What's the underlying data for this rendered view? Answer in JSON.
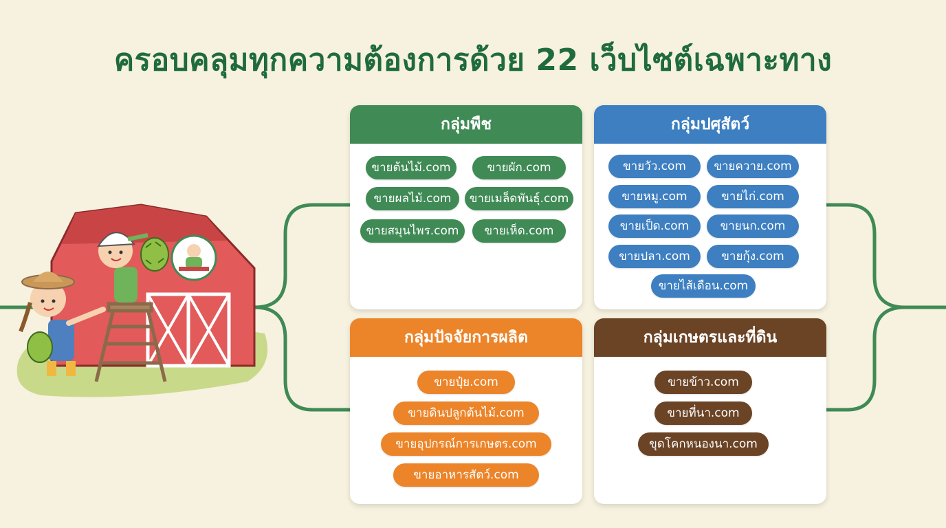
{
  "title": "ครอบคลุมทุกความต้องการด้วย 22 เว็บไซต์เฉพาะทาง",
  "colors": {
    "background": "#f7f1df",
    "title": "#1f6b3d",
    "connector": "#3f8a55",
    "plants": "#3f8a55",
    "livestock": "#3d7fc1",
    "inputs": "#ec8429",
    "land": "#6b4325"
  },
  "groups": {
    "plants": {
      "header": "กลุ่มพืช",
      "items": [
        "ขายต้นไม้.com",
        "ขายผัก.com",
        "ขายผลไม้.com",
        "ขายเมล็ดพันธุ์.com",
        "ขายสมุนไพร.com",
        "ขายเห็ด.com"
      ]
    },
    "livestock": {
      "header": "กลุ่มปศุสัตว์",
      "items": [
        "ขายวัว.com",
        "ขายควาย.com",
        "ขายหมู.com",
        "ขายไก่.com",
        "ขายเป็ด.com",
        "ขายนก.com",
        "ขายปลา.com",
        "ขายกุ้ง.com",
        "ขายไส้เดือน.com"
      ]
    },
    "inputs": {
      "header": "กลุ่มปัจจัยการผลิต",
      "items": [
        "ขายปุ๋ย.com",
        "ขายดินปลูกต้นไม้.com",
        "ขายอุปกรณ์การเกษตร.com",
        "ขายอาหารสัตว์.com"
      ]
    },
    "land": {
      "header": "กลุ่มเกษตรและที่ดิน",
      "items": [
        "ขายข้าว.com",
        "ขายที่นา.com",
        "ขุดโคกหนองนา.com"
      ]
    }
  },
  "illustration": {
    "icons": [
      "barn-icon",
      "farmer-girl-icon",
      "farmer-boy-icon",
      "ladder-icon",
      "durian-icon",
      "farmer-logo-badge-icon"
    ]
  }
}
